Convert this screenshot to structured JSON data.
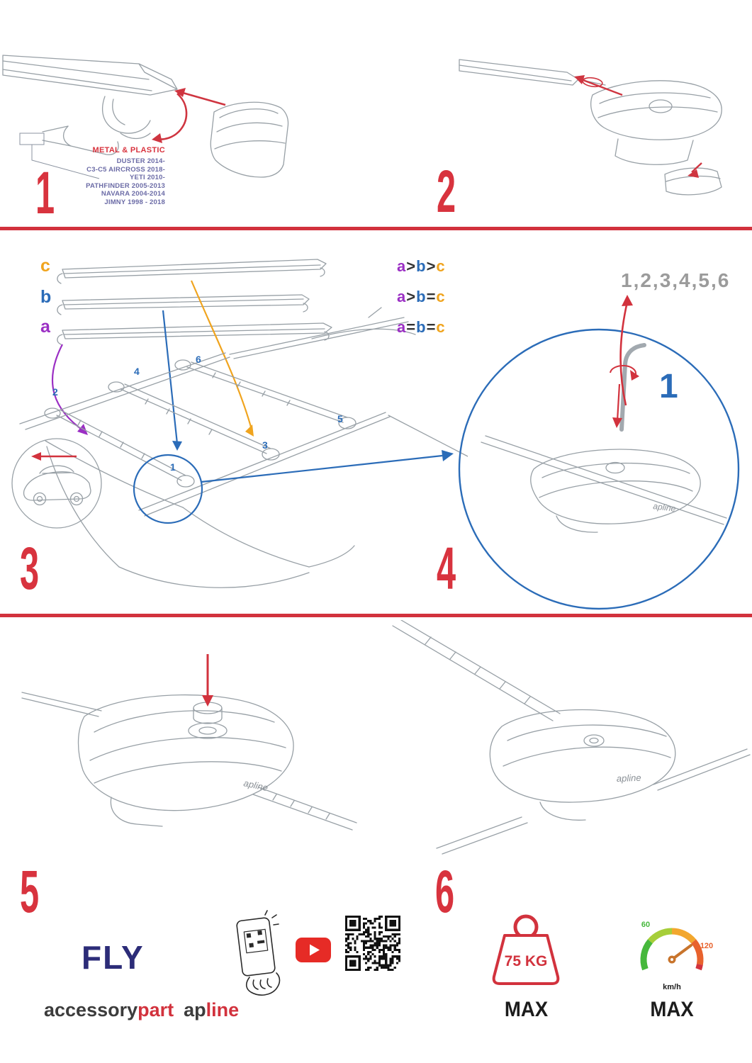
{
  "steps": {
    "n1": "1",
    "n2": "2",
    "n3": "3",
    "n4": "4",
    "n5": "5",
    "n6": "6"
  },
  "step1": {
    "material": "METAL & PLASTIC",
    "vehicles": [
      "DUSTER 2014-",
      "C3-C5 AIRCROSS 2018-",
      "YETI 2010-",
      "PATHFINDER 2005-2013",
      "NAVARA 2004-2014",
      "JIMNY 1998 - 2018"
    ]
  },
  "step3": {
    "label_a": "a",
    "label_b": "b",
    "label_c": "c",
    "cmp1": {
      "l1": "a",
      "o1": ">",
      "l2": "b",
      "o2": ">",
      "l3": "c"
    },
    "cmp2": {
      "l1": "a",
      "o1": ">",
      "l2": "b",
      "o2": "=",
      "l3": "c"
    },
    "cmp3": {
      "l1": "a",
      "o1": "=",
      "l2": "b",
      "o2": "=",
      "l3": "c"
    },
    "roof_numbers": {
      "p1": "1",
      "p2": "2",
      "p3": "3",
      "p4": "4",
      "p5": "5",
      "p6": "6"
    }
  },
  "step4": {
    "sequence": "1,2,3,4,5,6",
    "highlight": "1"
  },
  "branding": {
    "product": "FLY",
    "brand_gray": "accessory",
    "brand_red": "part",
    "logo_gray": "ap",
    "logo_red": "line",
    "logo_full": "apline"
  },
  "limits": {
    "weight": "75 KG",
    "weight_max": "MAX",
    "speed_low": "60",
    "speed_high": "120",
    "speed_unit": "km/h",
    "speed_max": "MAX"
  },
  "icons": {
    "youtube": "play-button",
    "qr": "qr-code",
    "phone_scan": "phone-qr-scan",
    "weight": "weight-limit",
    "speedometer": "speed-limit"
  },
  "colors": {
    "red": "#d2323d",
    "blue": "#2b6cb8",
    "purple": "#9b2fc4",
    "orange": "#f0a41e",
    "navy": "#2c2c78",
    "sequence_gray": "#9b9b9b",
    "lineart": "#98a0a6"
  }
}
